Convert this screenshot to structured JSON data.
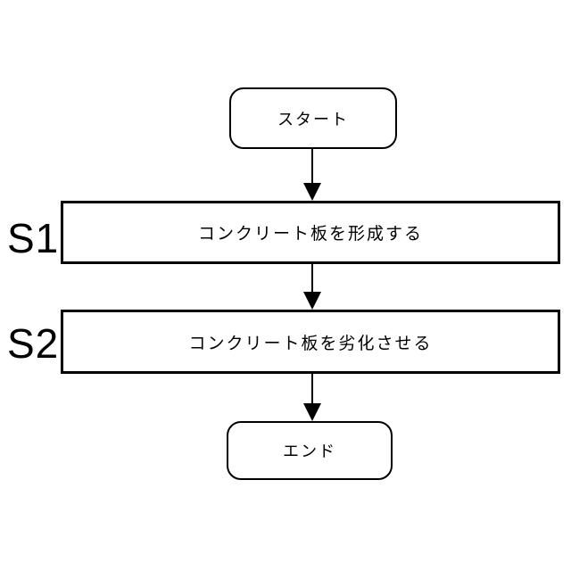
{
  "flowchart": {
    "start_label": "スタート",
    "end_label": "エンド",
    "steps": [
      {
        "id": "S1",
        "text": "コンクリート板を形成する"
      },
      {
        "id": "S2",
        "text": "コンクリート板を劣化させる"
      }
    ],
    "colors": {
      "stroke": "#000000",
      "fill": "#ffffff",
      "text": "#000000"
    }
  }
}
